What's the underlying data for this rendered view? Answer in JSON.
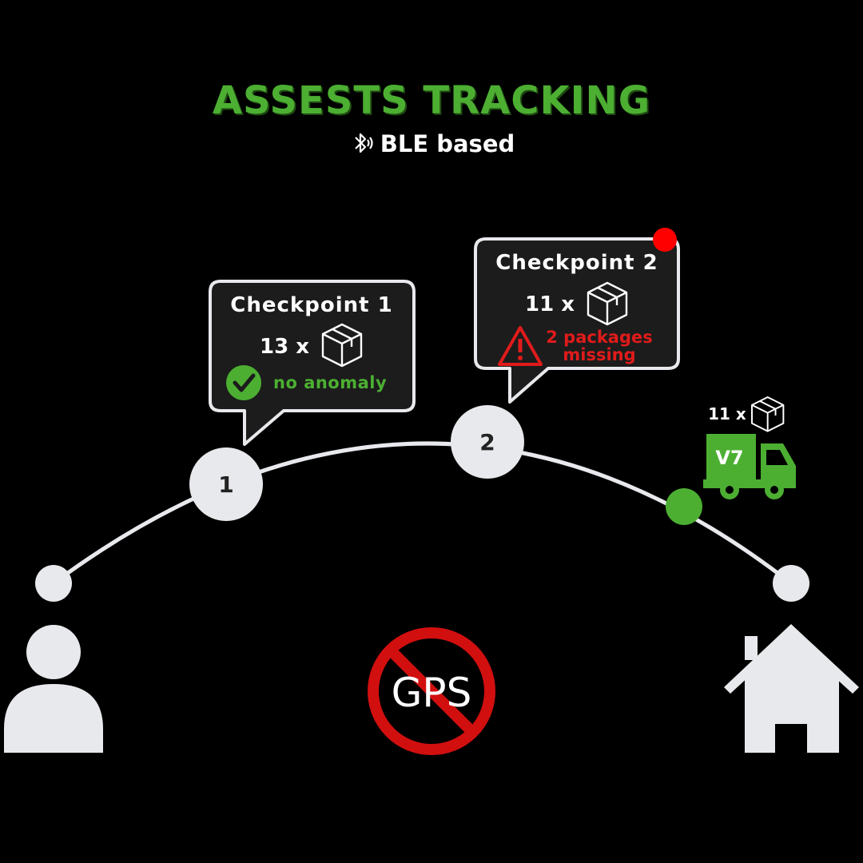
{
  "header": {
    "title": "ASSESTS TRACKING",
    "subtitle": "BLE based"
  },
  "checkpoints": [
    {
      "number": "1",
      "title": "Checkpoint 1",
      "count": "13 x",
      "status": "no anomaly",
      "status_color": "#4caf32",
      "alert": false
    },
    {
      "number": "2",
      "title": "Checkpoint 2",
      "count": "11 x",
      "status_line1": "2 packages",
      "status_line2": "missing",
      "status_color": "#e01b1b",
      "alert": true
    }
  ],
  "vehicle": {
    "label": "V7",
    "count": "11 x"
  },
  "gps": {
    "label": "GPS"
  },
  "colors": {
    "background": "#000000",
    "accent_green": "#4caf32",
    "alert_red": "#e01b1b",
    "node_fill": "#e8e9ec",
    "bubble_fill": "#1c1c1c",
    "bubble_border": "#e8e9ec"
  },
  "icons": [
    "bluetooth-icon",
    "package-icon",
    "check-circle-icon",
    "warning-icon",
    "truck-icon",
    "person-icon",
    "house-icon",
    "no-gps-icon"
  ]
}
